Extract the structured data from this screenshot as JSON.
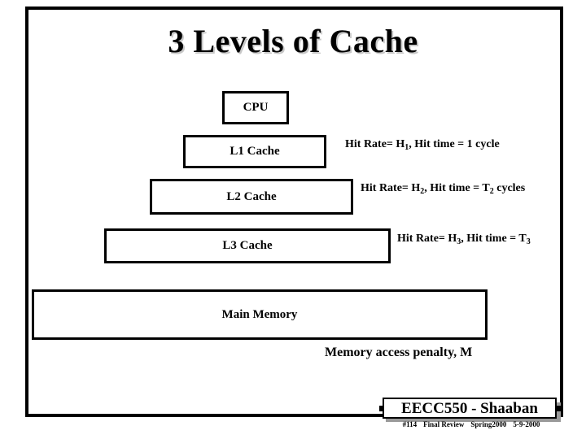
{
  "slide": {
    "title": "3 Levels of Cache",
    "frame_color": "#000000",
    "background": "#ffffff",
    "title_shadow_color": "#c8c8c8"
  },
  "blocks": [
    {
      "id": "cpu",
      "label": "CPU"
    },
    {
      "id": "l1",
      "label": "L1 Cache"
    },
    {
      "id": "l2",
      "label": "L2 Cache"
    },
    {
      "id": "l3",
      "label": "L3 Cache"
    },
    {
      "id": "mem",
      "label": "Main Memory"
    }
  ],
  "annotations": {
    "l1": {
      "prefix": "Hit Rate= H",
      "sub1": "1",
      "middle": ", Hit time = 1 cycle",
      "sub2": "",
      "suffix": ""
    },
    "l2": {
      "prefix": "Hit Rate= H",
      "sub1": "2",
      "middle": ",  Hit time = T",
      "sub2": "2",
      "suffix": "  cycles"
    },
    "l3": {
      "prefix": "Hit Rate= H",
      "sub1": "3",
      "middle": ",  Hit time = T",
      "sub2": "3",
      "suffix": ""
    },
    "memory_penalty": "Memory access penalty, M"
  },
  "footer": {
    "badge_text": "EECC550 - Shaaban",
    "slide_number": "#114",
    "course_note": "Final Review",
    "term": "Spring2000",
    "date": "5-9-2000",
    "shadow_color": "#9a9a9a"
  }
}
